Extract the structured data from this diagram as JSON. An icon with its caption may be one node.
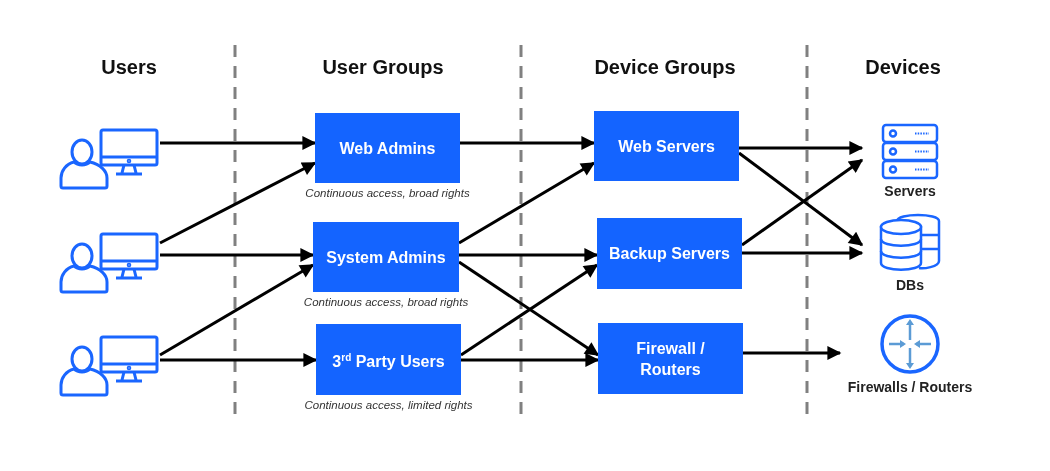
{
  "diagram": {
    "nodes": [
      {
        "text": [],
        "shape": "picture"
      },
      {
        "text": [],
        "shape": "picture"
      },
      {
        "text": [],
        "shape": "picture"
      },
      {
        "text": [
          "Web Admins"
        ],
        "beside": [
          "Continuous access, broad rights"
        ]
      },
      {
        "text": [
          "System Admins"
        ],
        "beside": [
          "Continuous access, broad rights"
        ]
      },
      {
        "text": [
          "3$^{rd}$ Party Users"
        ],
        "beside": [
          "Continuous access, limited rights"
        ]
      },
      {
        "text": [
          "Web Servers"
        ]
      },
      {
        "text": [
          "Backup Servers"
        ]
      },
      {
        "text": [
          "Firewall / Routers"
        ]
      },
      {
        "text": [
          "Servers"
        ]
      },
      {
        "text": [
          "DBs"
        ]
      },
      {
        "text": [
          "Firewalls / Routers"
        ]
      }
    ],
    "edges": [
      {
        "from": 0,
        "to": 3,
        "arrow": "to"
      },
      {
        "from": 1,
        "to": 3,
        "arrow": "to"
      },
      {
        "from": 1,
        "to": 4,
        "arrow": "to"
      },
      {
        "from": 2,
        "to": 4,
        "arrow": "to"
      },
      {
        "from": 2,
        "to": 5,
        "arrow": "to"
      },
      {
        "from": 3,
        "to": 6,
        "arrow": "to"
      },
      {
        "from": 4,
        "to": 6,
        "arrow": "to"
      },
      {
        "from": 4,
        "to": 7,
        "arrow": "to"
      },
      {
        "from": 4,
        "to": 8,
        "arrow": "to"
      },
      {
        "from": 5,
        "to": 7,
        "arrow": "to"
      },
      {
        "from": 5,
        "to": 8,
        "arrow": "to"
      },
      {
        "from": 6,
        "to": 9,
        "arrow": "to"
      },
      {
        "from": 6,
        "to": 10,
        "arrow": "to"
      },
      {
        "from": 7,
        "to": 9,
        "arrow": "to"
      },
      {
        "from": 7,
        "to": 10,
        "arrow": "to"
      },
      {
        "from": 8,
        "to": 11,
        "arrow": "to"
      }
    ],
    "labels": [
      "Users",
      "User Groups",
      "Device Groups",
      "Devices"
    ]
  }
}
